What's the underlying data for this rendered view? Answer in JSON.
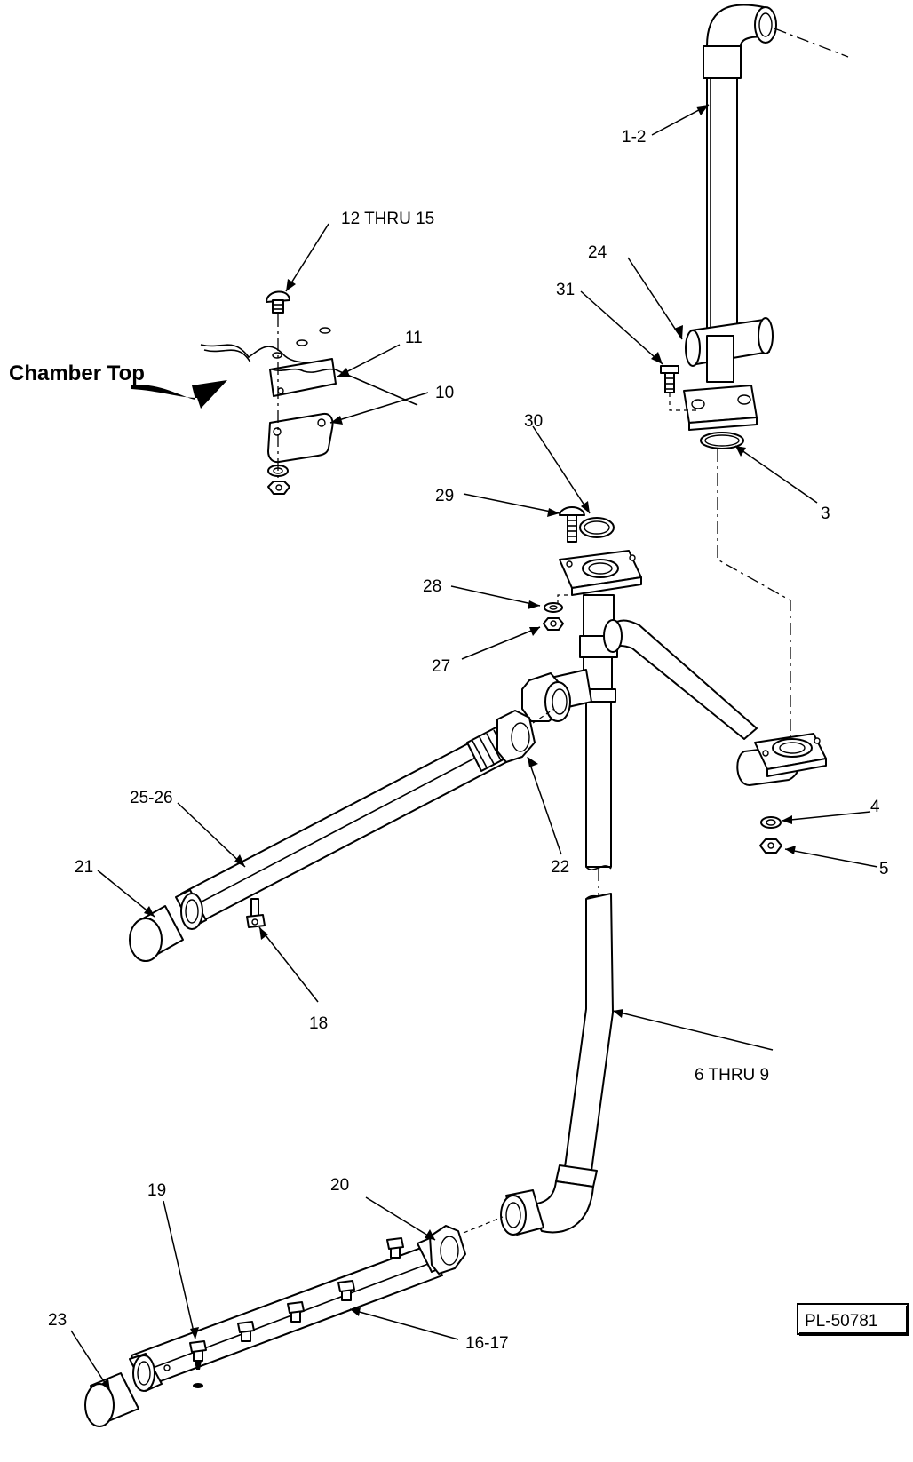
{
  "diagram": {
    "callouts": {
      "c_1_2": "1-2",
      "c_3": "3",
      "c_4": "4",
      "c_5": "5",
      "c_6_9": "6 THRU 9",
      "c_10": "10",
      "c_11": "11",
      "c_12_15": "12 THRU 15",
      "c_16_17": "16-17",
      "c_18": "18",
      "c_19": "19",
      "c_20": "20",
      "c_21": "21",
      "c_22": "22",
      "c_23": "23",
      "c_24": "24",
      "c_25_26": "25-26",
      "c_27": "27",
      "c_28": "28",
      "c_29": "29",
      "c_30": "30",
      "c_31": "31"
    },
    "chamber_label": "Chamber Top",
    "plate_number": "PL-50781"
  }
}
